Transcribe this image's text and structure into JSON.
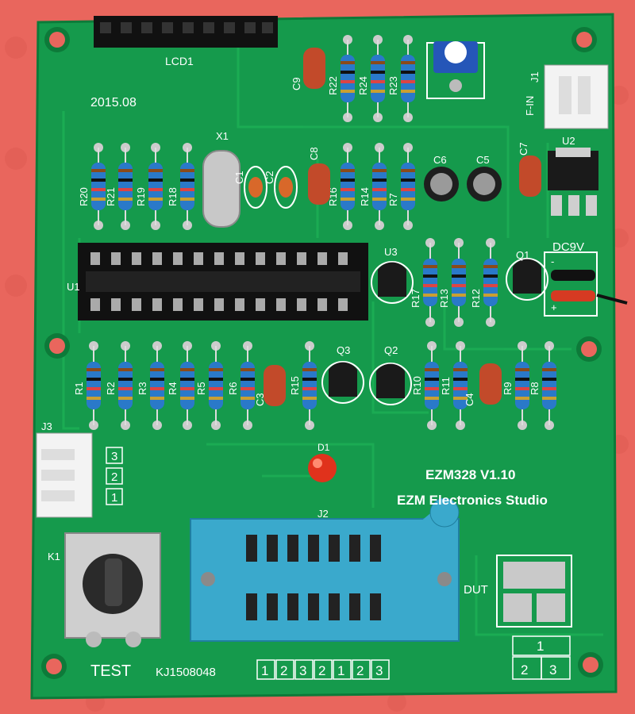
{
  "board": {
    "date": "2015.08",
    "model": "EZM328 V1.10",
    "maker": "EZM Electronics Studio",
    "serial": "KJ1508048",
    "test_label": "TEST",
    "dut_label": "DUT",
    "dc_label": "DC9V",
    "fin_label": "F-IN",
    "plus_label": "+",
    "minus_label": "-",
    "lcd_label": "LCD1"
  },
  "resistors_top": [
    "R22",
    "R24",
    "R23"
  ],
  "resistors_mid": [
    "R20",
    "R21",
    "R19",
    "R18",
    "R16",
    "R14",
    "R7"
  ],
  "resistors_lower": [
    "R1",
    "R2",
    "R3",
    "R4",
    "R5",
    "R6",
    "R15",
    "R10",
    "R11",
    "R9",
    "R8"
  ],
  "resistors_right": [
    "R17",
    "R13",
    "R12"
  ],
  "caps": [
    "C9",
    "C1",
    "C2",
    "C8",
    "C6",
    "C5",
    "C7",
    "C3",
    "C4"
  ],
  "transistors": [
    "U3",
    "Q1",
    "Q2",
    "Q3"
  ],
  "misc": {
    "x1": "X1",
    "u1": "U1",
    "u2": "U2",
    "j1": "J1",
    "j2": "J2",
    "j3": "J3",
    "k1": "K1",
    "d1": "D1"
  },
  "j3_pins": [
    "3",
    "2",
    "1"
  ],
  "bottom_pins": [
    "1",
    "2",
    "3",
    "2",
    "1",
    "2",
    "3"
  ],
  "dut_pins": [
    "1",
    "2",
    "3"
  ],
  "colors": {
    "pcb": "#159a4c",
    "background": "#e9665d",
    "resistor": "#2a79c9",
    "cap": "#c24a2a",
    "zif": "#3aa9cc",
    "silkscreen": "#ffffff"
  }
}
